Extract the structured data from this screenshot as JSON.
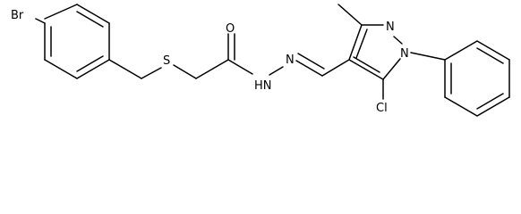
{
  "molecule": {
    "atoms": {
      "br": "Br",
      "s": "S",
      "o": "O",
      "nh": "HN",
      "n_imine": "N",
      "n_pyrazole_2": "N",
      "n_pyrazole_1": "N",
      "cl": "Cl"
    }
  },
  "colors": {
    "bond": "#000000",
    "label": "#000000",
    "background": "#ffffff"
  }
}
